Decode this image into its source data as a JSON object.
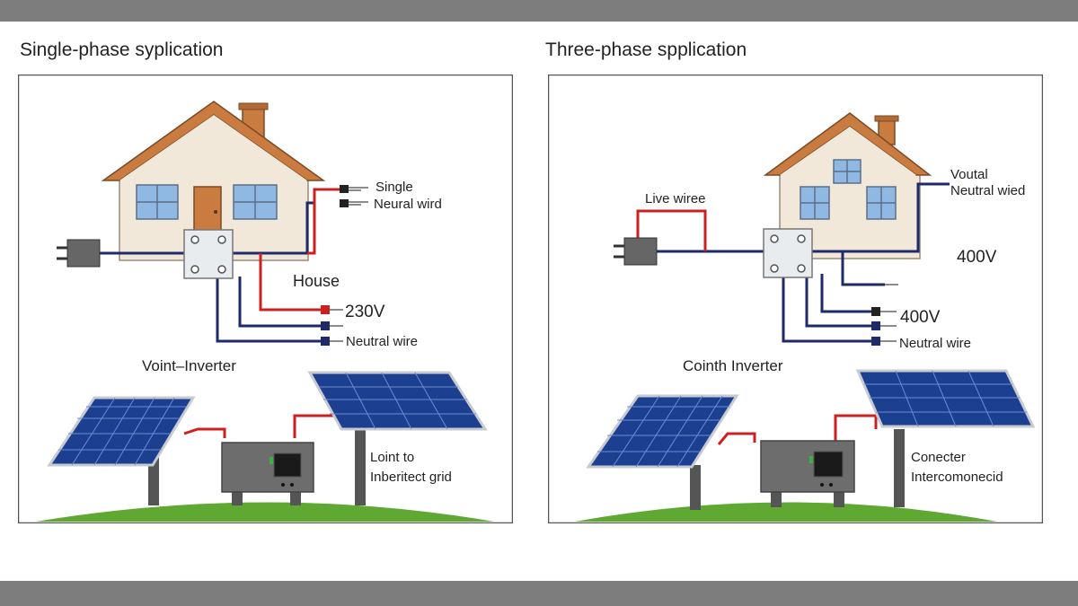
{
  "colors": {
    "wire_red": "#cc2020",
    "wire_blue": "#1f2a6b",
    "roof": "#c97b40",
    "wall": "#f2e8da",
    "panel": "#1d3f8f",
    "ground": "#5fa832",
    "inverter": "#6d6d6d"
  },
  "panels": {
    "single": {
      "title": "Single-phase syplication",
      "labels": {
        "single": "Single",
        "neutral_top": "Neural wird",
        "house": "House",
        "voltage": "230V",
        "neutral_bottom": "Neutral wire",
        "inverter": "Voint–Inverter",
        "grid_1": "Loint to",
        "grid_2": "Inberitect grid"
      }
    },
    "three": {
      "title": "Three-phase spplication",
      "labels": {
        "vourtal": "Voutal",
        "neutral_top": "Neutral wied",
        "live": "Live wiree",
        "voltage_1": "400V",
        "voltage_2": "400V",
        "neutral_bottom": "Neutral wire",
        "inverter": "Cointh Inverter",
        "conn_1": "Conecter",
        "conn_2": "Intercomonecid"
      }
    }
  }
}
